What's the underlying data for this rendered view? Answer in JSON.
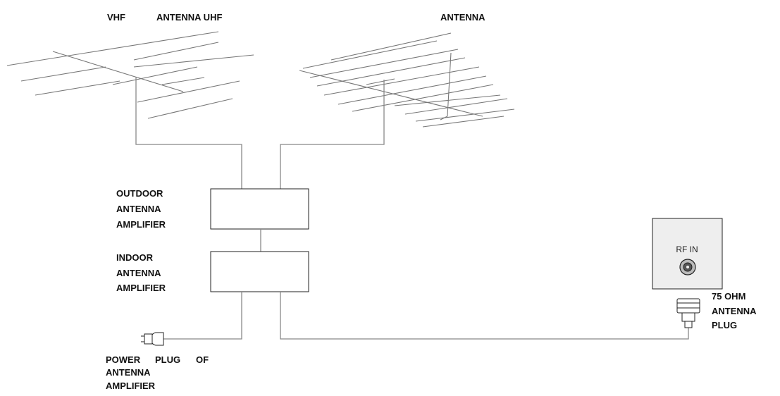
{
  "labels": {
    "vhf": "VHF",
    "antenna_uhf": "ANTENNA UHF",
    "antenna": "ANTENNA",
    "outdoor_amp": [
      "OUTDOOR",
      "ANTENNA",
      "AMPLIFIER"
    ],
    "indoor_amp": [
      "INDOOR",
      "ANTENNA",
      "AMPLIFIER"
    ],
    "rf_in": "RF IN",
    "ohm_plug": [
      "75 OHM",
      "ANTENNA",
      "PLUG"
    ],
    "power_plug": {
      "w1": "POWER",
      "w2": "PLUG",
      "w3": "OF",
      "line2": "ANTENNA",
      "line3": "AMPLIFIER"
    }
  },
  "colors": {
    "text": "#111111",
    "wire": "#888888",
    "outline": "#222222",
    "panel_fill": "#eeeeee"
  },
  "icons": [
    "vhf-antenna-icon",
    "uhf-antenna-icon",
    "rf-connector-icon",
    "coax-plug-icon",
    "power-plug-icon"
  ]
}
